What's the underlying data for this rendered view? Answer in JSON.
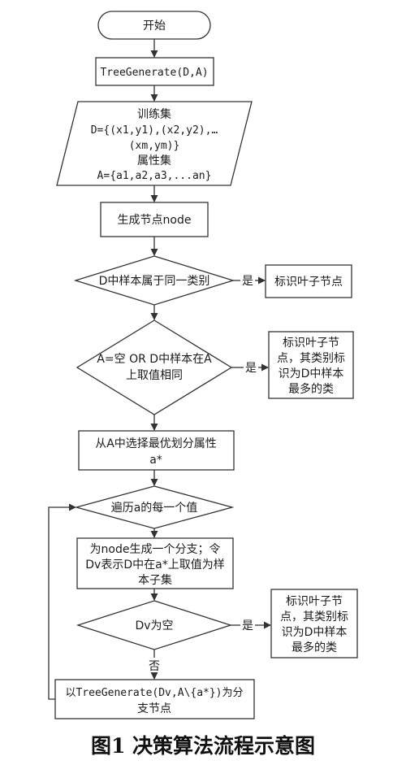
{
  "start": "开始",
  "tree_generate": "TreeGenerate(D,A)",
  "input": {
    "line1": "训练集",
    "line2": "D={(x1,y1),(x2,y2),…",
    "line3": "(xm,ym)}",
    "line4": "属性集",
    "line5": "A={a1,a2,a3,...an}"
  },
  "gen_node": "生成节点node",
  "cond1": "D中样本属于同一类别",
  "yes1": "是",
  "leaf1": "标识叶子节点",
  "cond2": {
    "line1": "A=空 OR D中样本在A",
    "line2": "上取值相同"
  },
  "yes2": "是",
  "leaf2": {
    "line1": "标识叶子节",
    "line2": "点，其类别标",
    "line3": "识为D中样本",
    "line4": "最多的类"
  },
  "select_attr": {
    "line1": "从A中选择最优划分属性",
    "line2": "a*"
  },
  "loop": "遍历a的每一个值",
  "branch": {
    "line1": "为node生成一个分支；令",
    "line2": "Dv表示D中在a*上取值为样",
    "line3": "本子集"
  },
  "cond3": "Dv为空",
  "yes3": "是",
  "no3": "否",
  "leaf3": {
    "line1": "标识叶子节",
    "line2": "点，其类别标",
    "line3": "识为D中样本",
    "line4": "最多的类"
  },
  "recurse": {
    "line1": "以TreeGenerate(Dv,A\\{a*})为分",
    "line2": "支节点"
  },
  "caption": "图1  决策算法流程示意图"
}
